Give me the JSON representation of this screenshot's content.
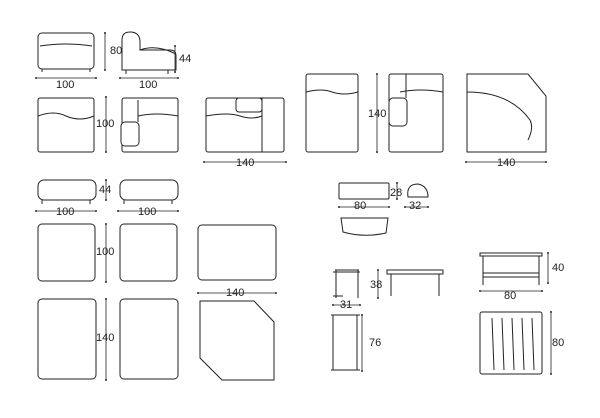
{
  "dimensions": {
    "armless_width": "100",
    "armless_height": "80",
    "arm_height": "44",
    "arm_unit_width": "100",
    "unit_depth": "100",
    "chaise_width": "140",
    "chaise_depth": "140",
    "corner_width": "140",
    "ottoman_height": "44",
    "ottoman_width": "100",
    "ottoman2_width": "100",
    "square_depth": "100",
    "rect_depth": "140",
    "ottoman_wide_width": "140",
    "table_width": "80",
    "table_height": "28",
    "table_depth": "32",
    "side_table_width": "31",
    "side_table_height": "38",
    "side_table_depth": "76",
    "coffee_table_height": "40",
    "coffee_table_width": "80",
    "coffee_table_depth": "80"
  }
}
